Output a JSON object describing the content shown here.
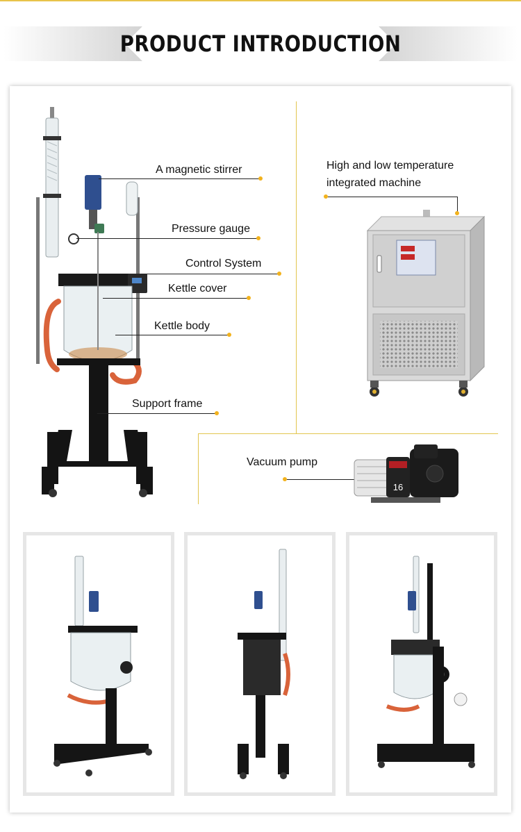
{
  "header": {
    "title": "PRODUCT INTRODUCTION"
  },
  "labels": {
    "magnetic_stirrer": "A magnetic stirrer",
    "pressure_gauge": "Pressure gauge",
    "control_system": "Control System",
    "kettle_cover": "Kettle cover",
    "kettle_body": "Kettle body",
    "support_frame": "Support frame",
    "chiller_line1": "High and low temperature",
    "chiller_line2": "integrated machine",
    "vacuum_pump": "Vacuum pump"
  },
  "pump_display": "16",
  "colors": {
    "accent": "#f2b21d",
    "gold_line": "#e2c54e",
    "frame": "#141414",
    "hose": "#d9633a"
  }
}
